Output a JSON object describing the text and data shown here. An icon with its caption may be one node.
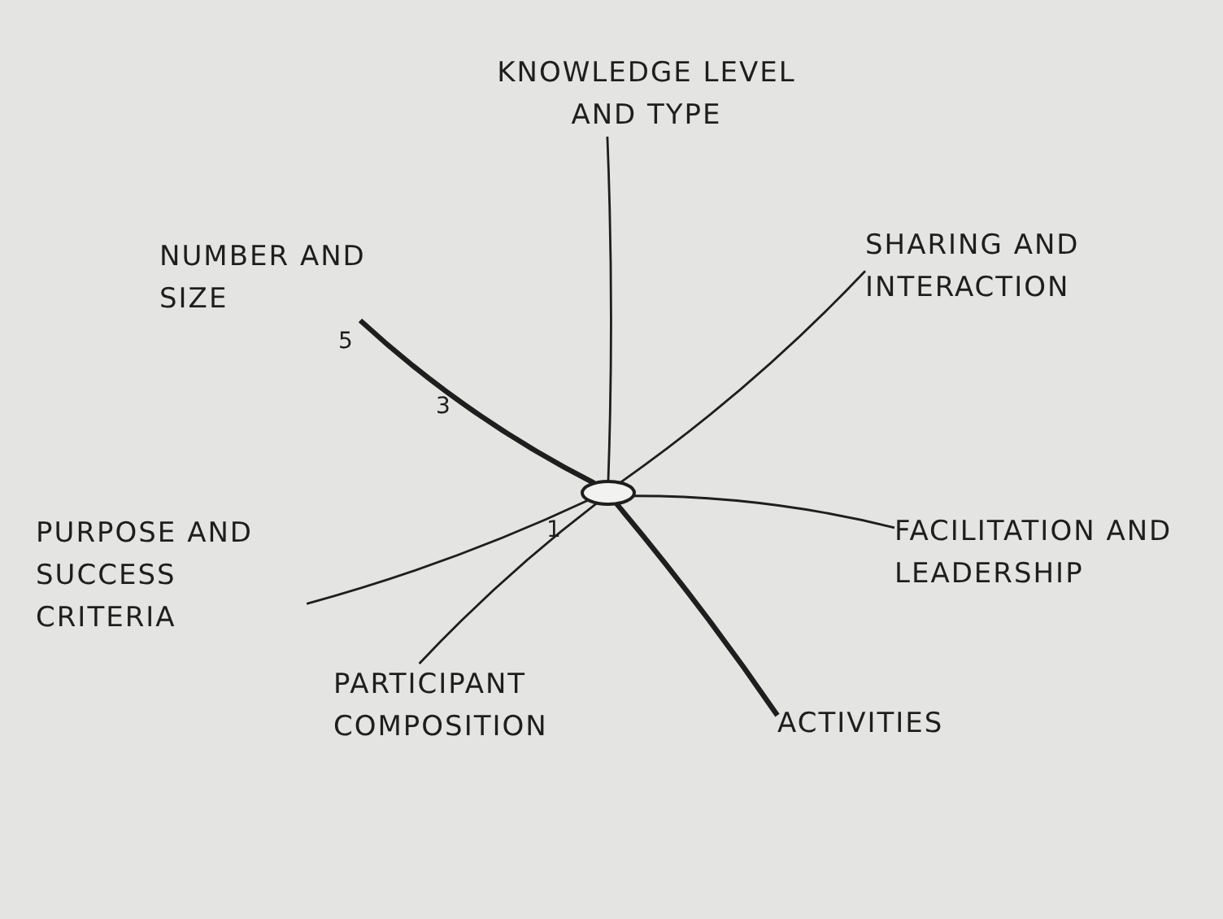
{
  "diagram": {
    "nodes": [
      {
        "text": [
          "KNOWLEDGE LEVEL AND TYPE"
        ]
      },
      {
        "text": [
          "NUMBER AND SIZE"
        ]
      },
      {
        "text": [
          "SHARING AND INTERACTION"
        ]
      },
      {
        "text": [],
        "shape": "circle"
      },
      {
        "text": [
          "PURPOSE AND SUCCESS CRITERIA"
        ]
      },
      {
        "text": [
          "FACILITATION AND LEADERSHIP"
        ]
      },
      {
        "text": [
          "PARTICIPANT COMPOSITION"
        ]
      },
      {
        "text": [
          "ACTIVITIES"
        ]
      }
    ],
    "edges": [
      {
        "from": 3,
        "to": 0,
        "arrow": "none"
      },
      {
        "from": 3,
        "to": 1,
        "arrow": "none",
        "style": "thick"
      },
      {
        "from": 3,
        "to": 2,
        "arrow": "none"
      },
      {
        "from": 3,
        "to": 4,
        "arrow": "none"
      },
      {
        "from": 3,
        "to": 5,
        "arrow": "none"
      },
      {
        "from": 3,
        "to": 6,
        "arrow": "none"
      },
      {
        "from": 3,
        "to": 7,
        "arrow": "none",
        "style": "thick"
      }
    ],
    "labels": [
      "5",
      "3",
      "1"
    ]
  }
}
